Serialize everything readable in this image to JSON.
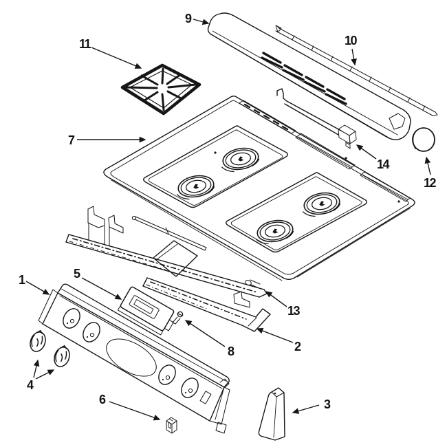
{
  "diagram": {
    "kind": "exploded-parts-diagram",
    "subject": "gas range cooktop assembly",
    "background_color": "#ffffff",
    "line_color": "#161616",
    "callout_count": 14
  },
  "callouts": [
    {
      "label": "1",
      "part": "control-panel"
    },
    {
      "label": "2",
      "part": "manifold-panel-support"
    },
    {
      "label": "3",
      "part": "side-end-cap"
    },
    {
      "label": "4",
      "part": "control-knobs"
    },
    {
      "label": "5",
      "part": "clock-display-module"
    },
    {
      "label": "6",
      "part": "switch"
    },
    {
      "label": "7",
      "part": "main-top"
    },
    {
      "label": "8",
      "part": "screw"
    },
    {
      "label": "9",
      "part": "backguard-vent-panel"
    },
    {
      "label": "10",
      "part": "trim-strip"
    },
    {
      "label": "11",
      "part": "burner-grate"
    },
    {
      "label": "12",
      "part": "cap"
    },
    {
      "label": "13",
      "part": "burner-box-rail"
    },
    {
      "label": "14",
      "part": "bracket"
    }
  ]
}
